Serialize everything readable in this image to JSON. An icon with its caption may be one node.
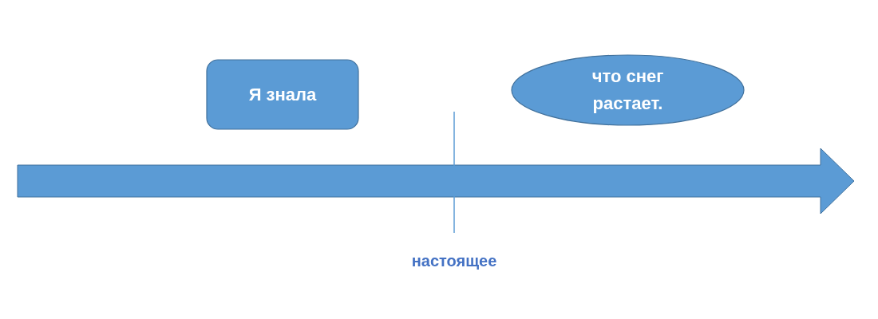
{
  "diagram": {
    "nodes": [
      {
        "text": [
          "Я знала"
        ]
      },
      {
        "text": [
          "что снег растает."
        ]
      }
    ],
    "labels": [
      "настоящее"
    ]
  }
}
